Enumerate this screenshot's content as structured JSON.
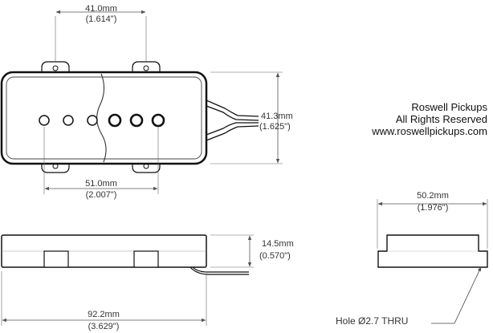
{
  "dimensions": {
    "top_width": {
      "mm": "41.0mm",
      "in": "(1.614\")"
    },
    "height": {
      "mm": "41.3mm",
      "in": "(1.625\")"
    },
    "bottom_width": {
      "mm": "51.0mm",
      "in": "(2.007\")"
    },
    "side_height": {
      "mm": "14.5mm",
      "in": "(0.570\")"
    },
    "side_length": {
      "mm": "92.2mm",
      "in": "(3.629\")"
    },
    "end_width": {
      "mm": "50.2mm",
      "in": "(1.976\")"
    }
  },
  "hole_note": "Hole Ø2.7 THRU",
  "credits": {
    "line1": "Roswell Pickups",
    "line2": "All Rights Reserved",
    "line3": "www.roswellpickups.com"
  }
}
